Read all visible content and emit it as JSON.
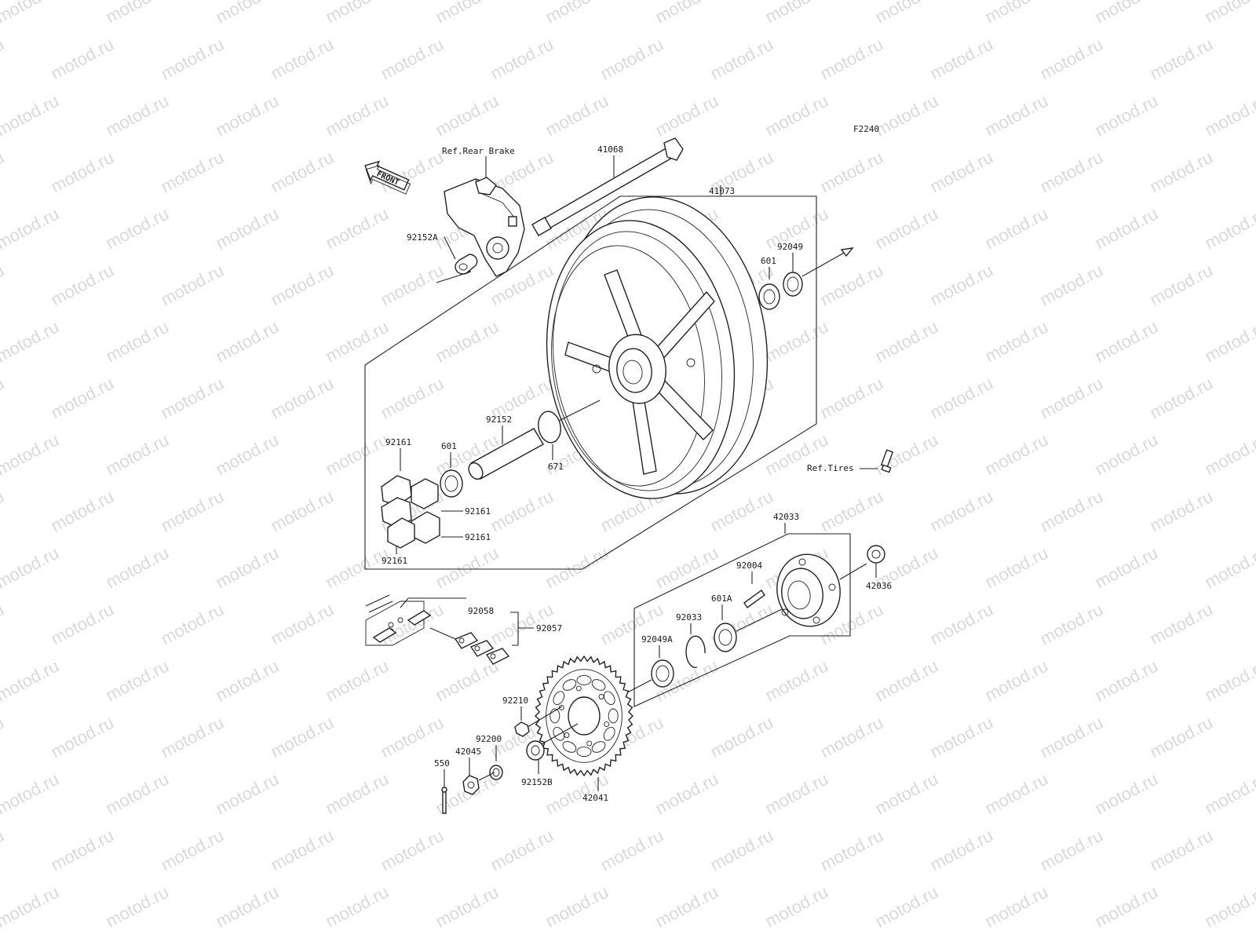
{
  "diagram_code": "F2240",
  "watermark": "motod.ru",
  "front_arrow": "FRONT",
  "refs": {
    "rear_brake": "Ref.Rear Brake",
    "tires": "Ref.Tires"
  },
  "labels": {
    "p41068": "41068",
    "p41073": "41073",
    "p92152A": "92152A",
    "p601_top": "601",
    "p92049": "92049",
    "p92152": "92152",
    "p671": "671",
    "p92161_a": "92161",
    "p601_left": "601",
    "p92161_b": "92161",
    "p92161_c": "92161",
    "p92161_d": "92161",
    "p42033": "42033",
    "p42036": "42036",
    "p92004": "92004",
    "p92033": "92033",
    "p601A": "601A",
    "p92049A": "92049A",
    "p92058": "92058",
    "p92057": "92057",
    "p92210": "92210",
    "p92200": "92200",
    "p42045": "42045",
    "p550": "550",
    "p92152B": "92152B",
    "p42041": "42041"
  }
}
